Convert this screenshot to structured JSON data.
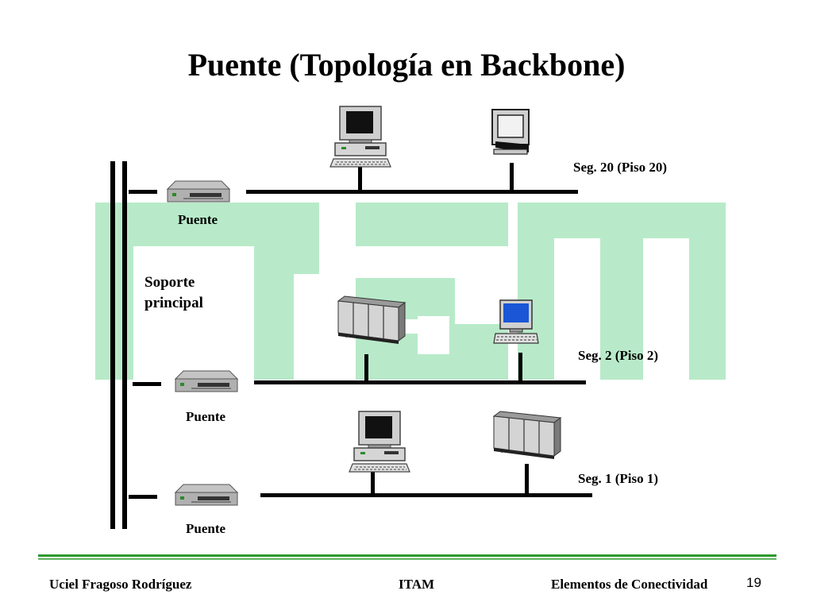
{
  "title": "Puente (Topología en Backbone)",
  "backbone_label_line1": "Soporte",
  "backbone_label_line2": "principal",
  "bridges": [
    {
      "label": "Puente"
    },
    {
      "label": "Puente"
    },
    {
      "label": "Puente"
    }
  ],
  "segments": [
    {
      "label": "Seg. 20 (Piso 20)",
      "devices": [
        "pc-icon",
        "monitor-icon"
      ]
    },
    {
      "label": "Seg. 2 (Piso 2)",
      "devices": [
        "server-cabinet-icon",
        "terminal-icon"
      ]
    },
    {
      "label": "Seg. 1 (Piso 1)",
      "devices": [
        "pc-icon",
        "server-cabinet-icon"
      ]
    }
  ],
  "watermark": "itam-logo-watermark",
  "colors": {
    "watermark": "#b8eac9",
    "footer_line": "#2e9a2e",
    "lines": "#000000",
    "terminal_screen": "#1a56d6"
  },
  "footer": {
    "author": "Uciel Fragoso Rodríguez",
    "institution": "ITAM",
    "topic": "Elementos de Conectividad",
    "page": "19"
  }
}
